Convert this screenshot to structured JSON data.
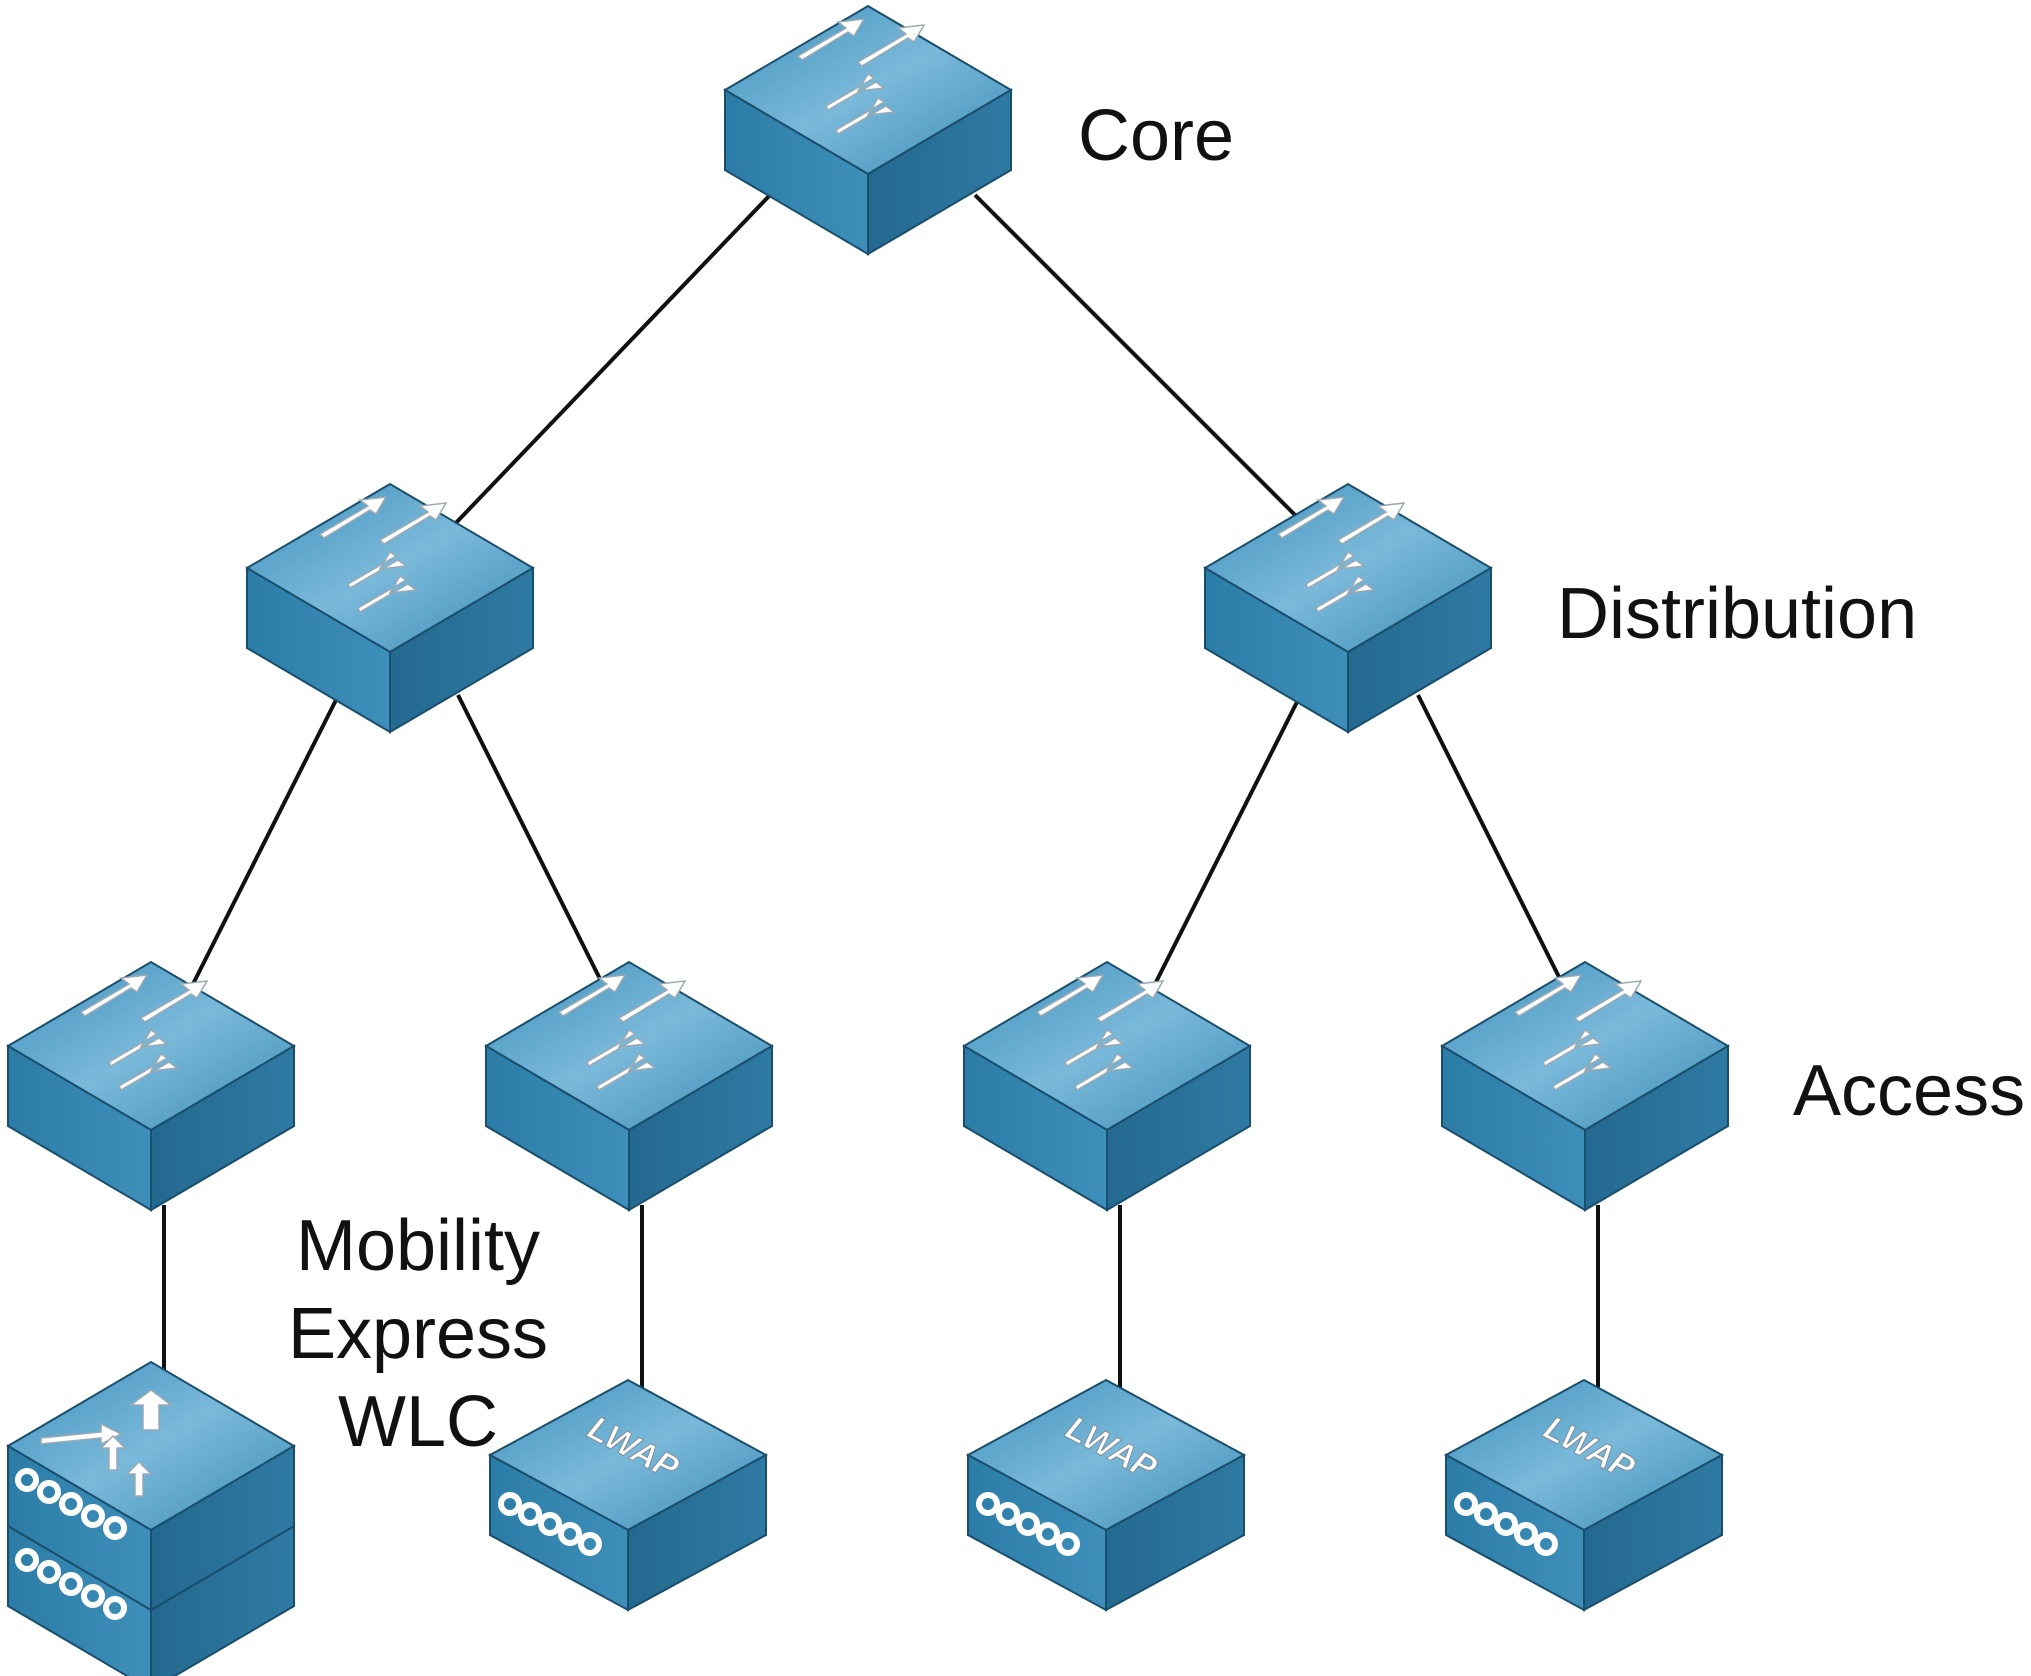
{
  "labels": {
    "core": "Core",
    "distribution": "Distribution",
    "access": "Access",
    "wlc": [
      "Mobility",
      "Express",
      "WLC"
    ]
  },
  "devices": {
    "core_switch": "switch-icon",
    "distribution_switches": [
      "switch-icon",
      "switch-icon"
    ],
    "access_switches": [
      "switch-icon",
      "switch-icon",
      "switch-icon",
      "switch-icon"
    ],
    "wlc": "wireless-lan-controller-icon",
    "access_points": [
      {
        "icon": "lwap-icon",
        "text": "LWAP"
      },
      {
        "icon": "lwap-icon",
        "text": "LWAP"
      },
      {
        "icon": "lwap-icon",
        "text": "LWAP"
      }
    ]
  },
  "colors": {
    "device_top": "#5fa6cb",
    "device_left": "#2c7fa8",
    "device_right": "#1f6387",
    "link": "#111111",
    "arrow": "#ffffff"
  }
}
